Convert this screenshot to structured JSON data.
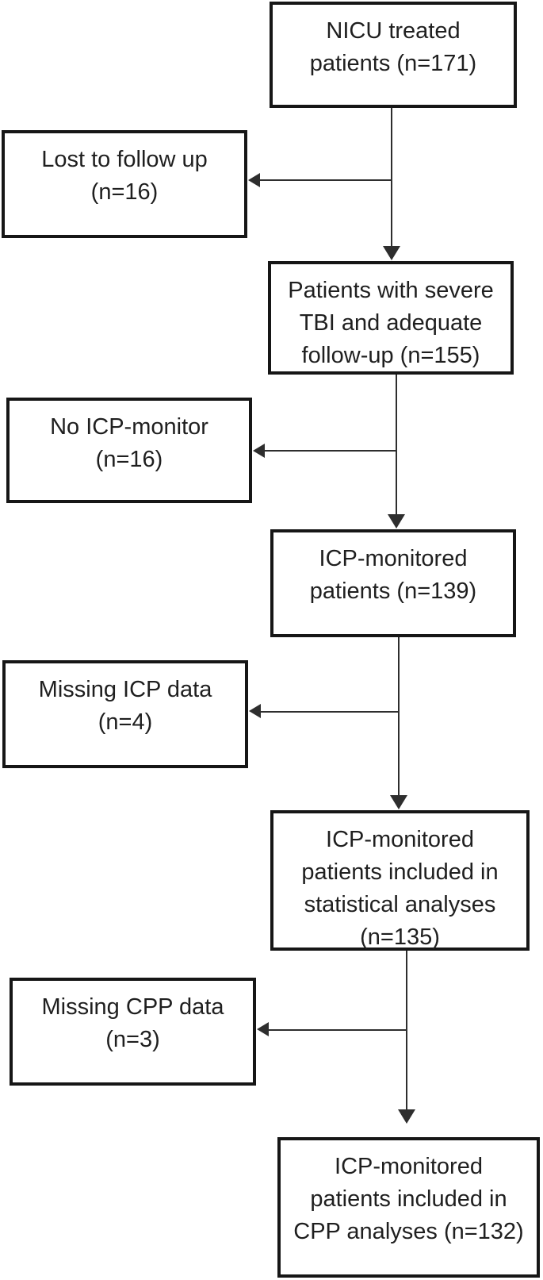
{
  "diagram": {
    "type": "flowchart",
    "title": "Patient inclusion flow",
    "direction": "top-down",
    "colors": {
      "background": "#ffffff",
      "box_border": "#161616",
      "text": "#1f1f1f",
      "arrow": "#2e2e2e"
    },
    "main_nodes": [
      {
        "id": "nicu-treated",
        "label": "NICU treated\npatients (n=171)",
        "n": 171
      },
      {
        "id": "severe-tbi",
        "label": "Patients with severe\nTBI and adequate\nfollow-up (n=155)",
        "n": 155
      },
      {
        "id": "icp-monitored",
        "label": "ICP-monitored\npatients (n=139)",
        "n": 139
      },
      {
        "id": "statistical",
        "label": "ICP-monitored\npatients included in\nstatistical analyses\n(n=135)",
        "n": 135
      },
      {
        "id": "cpp-analyses",
        "label": "ICP-monitored\npatients included in\nCPP analyses (n=132)",
        "n": 132
      }
    ],
    "exclusion_nodes": [
      {
        "id": "lost-follow-up",
        "label": "Lost to follow up\n(n=16)",
        "n": 16
      },
      {
        "id": "no-icp-monitor",
        "label": "No ICP-monitor\n(n=16)",
        "n": 16
      },
      {
        "id": "missing-icp",
        "label": "Missing ICP data\n(n=4)",
        "n": 4
      },
      {
        "id": "missing-cpp",
        "label": "Missing CPP data\n(n=3)",
        "n": 3
      }
    ],
    "edges": [
      {
        "from": "nicu-treated",
        "to": "severe-tbi",
        "excluded": "lost-follow-up"
      },
      {
        "from": "severe-tbi",
        "to": "icp-monitored",
        "excluded": "no-icp-monitor"
      },
      {
        "from": "icp-monitored",
        "to": "statistical",
        "excluded": "missing-icp"
      },
      {
        "from": "statistical",
        "to": "cpp-analyses",
        "excluded": "missing-cpp"
      }
    ]
  }
}
